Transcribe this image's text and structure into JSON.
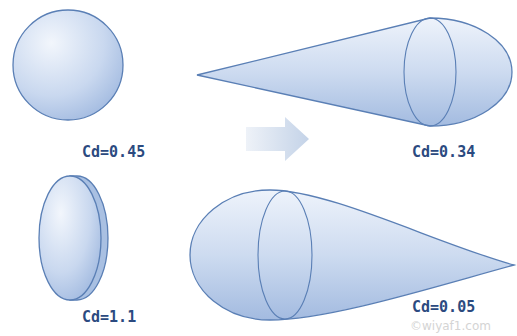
{
  "diagram": {
    "labels": [
      "Cd=0.45",
      "Cd=0.34",
      "Cd=1.1",
      "Cd=0.05",
      "©wiyaf1.com"
    ]
  }
}
